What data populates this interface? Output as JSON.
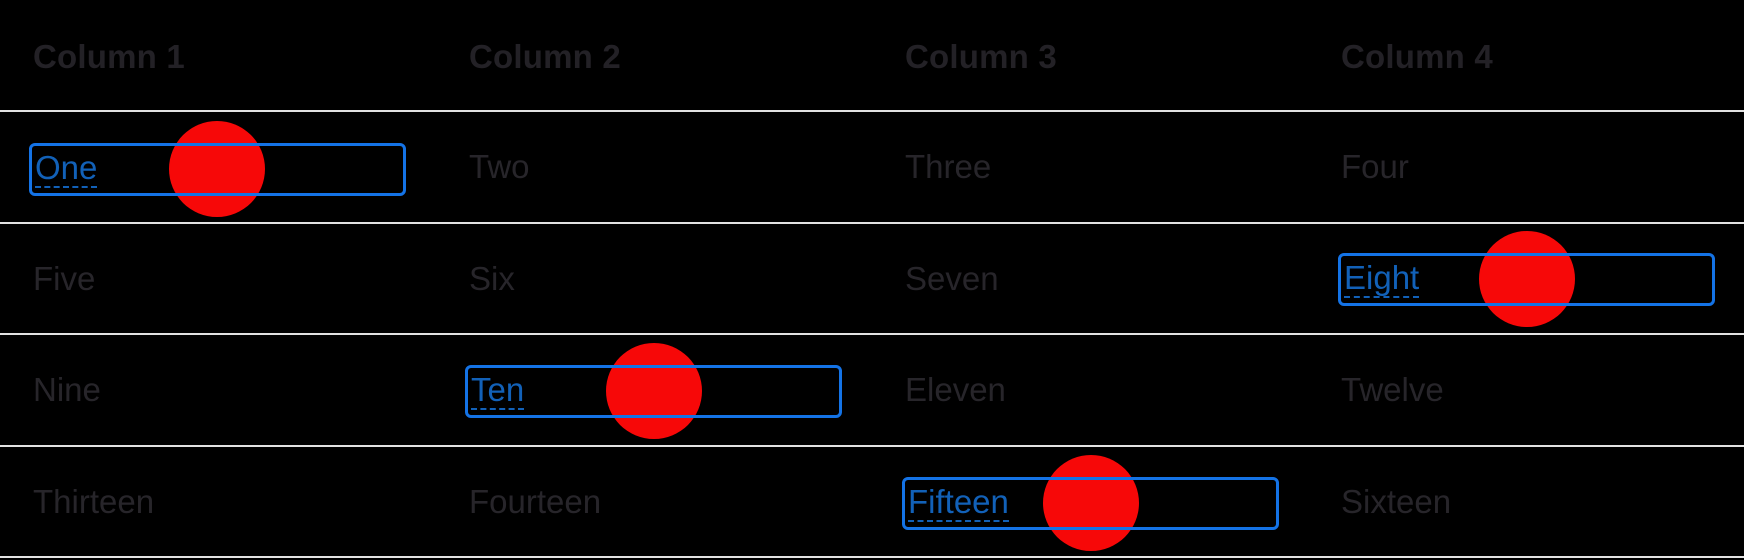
{
  "colors": {
    "page-bg": "#000000",
    "header-text": "#232126",
    "cell-text": "#27252A",
    "separator": "#E2E2E2",
    "focus-blue": "#1473E6",
    "edit-blue": "#1261B8",
    "indicator-red": "#F70808"
  },
  "table": {
    "columns": [
      {
        "label": "Column 1"
      },
      {
        "label": "Column 2"
      },
      {
        "label": "Column 3"
      },
      {
        "label": "Column 4"
      }
    ],
    "rows": [
      {
        "cells": [
          {
            "text": "One",
            "state": "editing"
          },
          {
            "text": "Two"
          },
          {
            "text": "Three"
          },
          {
            "text": "Four"
          }
        ]
      },
      {
        "cells": [
          {
            "text": "Five"
          },
          {
            "text": "Six"
          },
          {
            "text": "Seven"
          },
          {
            "text": "Eight",
            "state": "editing"
          }
        ]
      },
      {
        "cells": [
          {
            "text": "Nine"
          },
          {
            "text": "Ten",
            "state": "editing"
          },
          {
            "text": "Eleven"
          },
          {
            "text": "Twelve"
          }
        ]
      },
      {
        "cells": [
          {
            "text": "Thirteen"
          },
          {
            "text": "Fourteen"
          },
          {
            "text": "Fifteen",
            "state": "editing"
          },
          {
            "text": "Sixteen"
          }
        ]
      }
    ]
  },
  "annotations": {
    "click_indicators": [
      {
        "target_cell": "One"
      },
      {
        "target_cell": "Eight"
      },
      {
        "target_cell": "Ten"
      },
      {
        "target_cell": "Fifteen"
      }
    ]
  }
}
